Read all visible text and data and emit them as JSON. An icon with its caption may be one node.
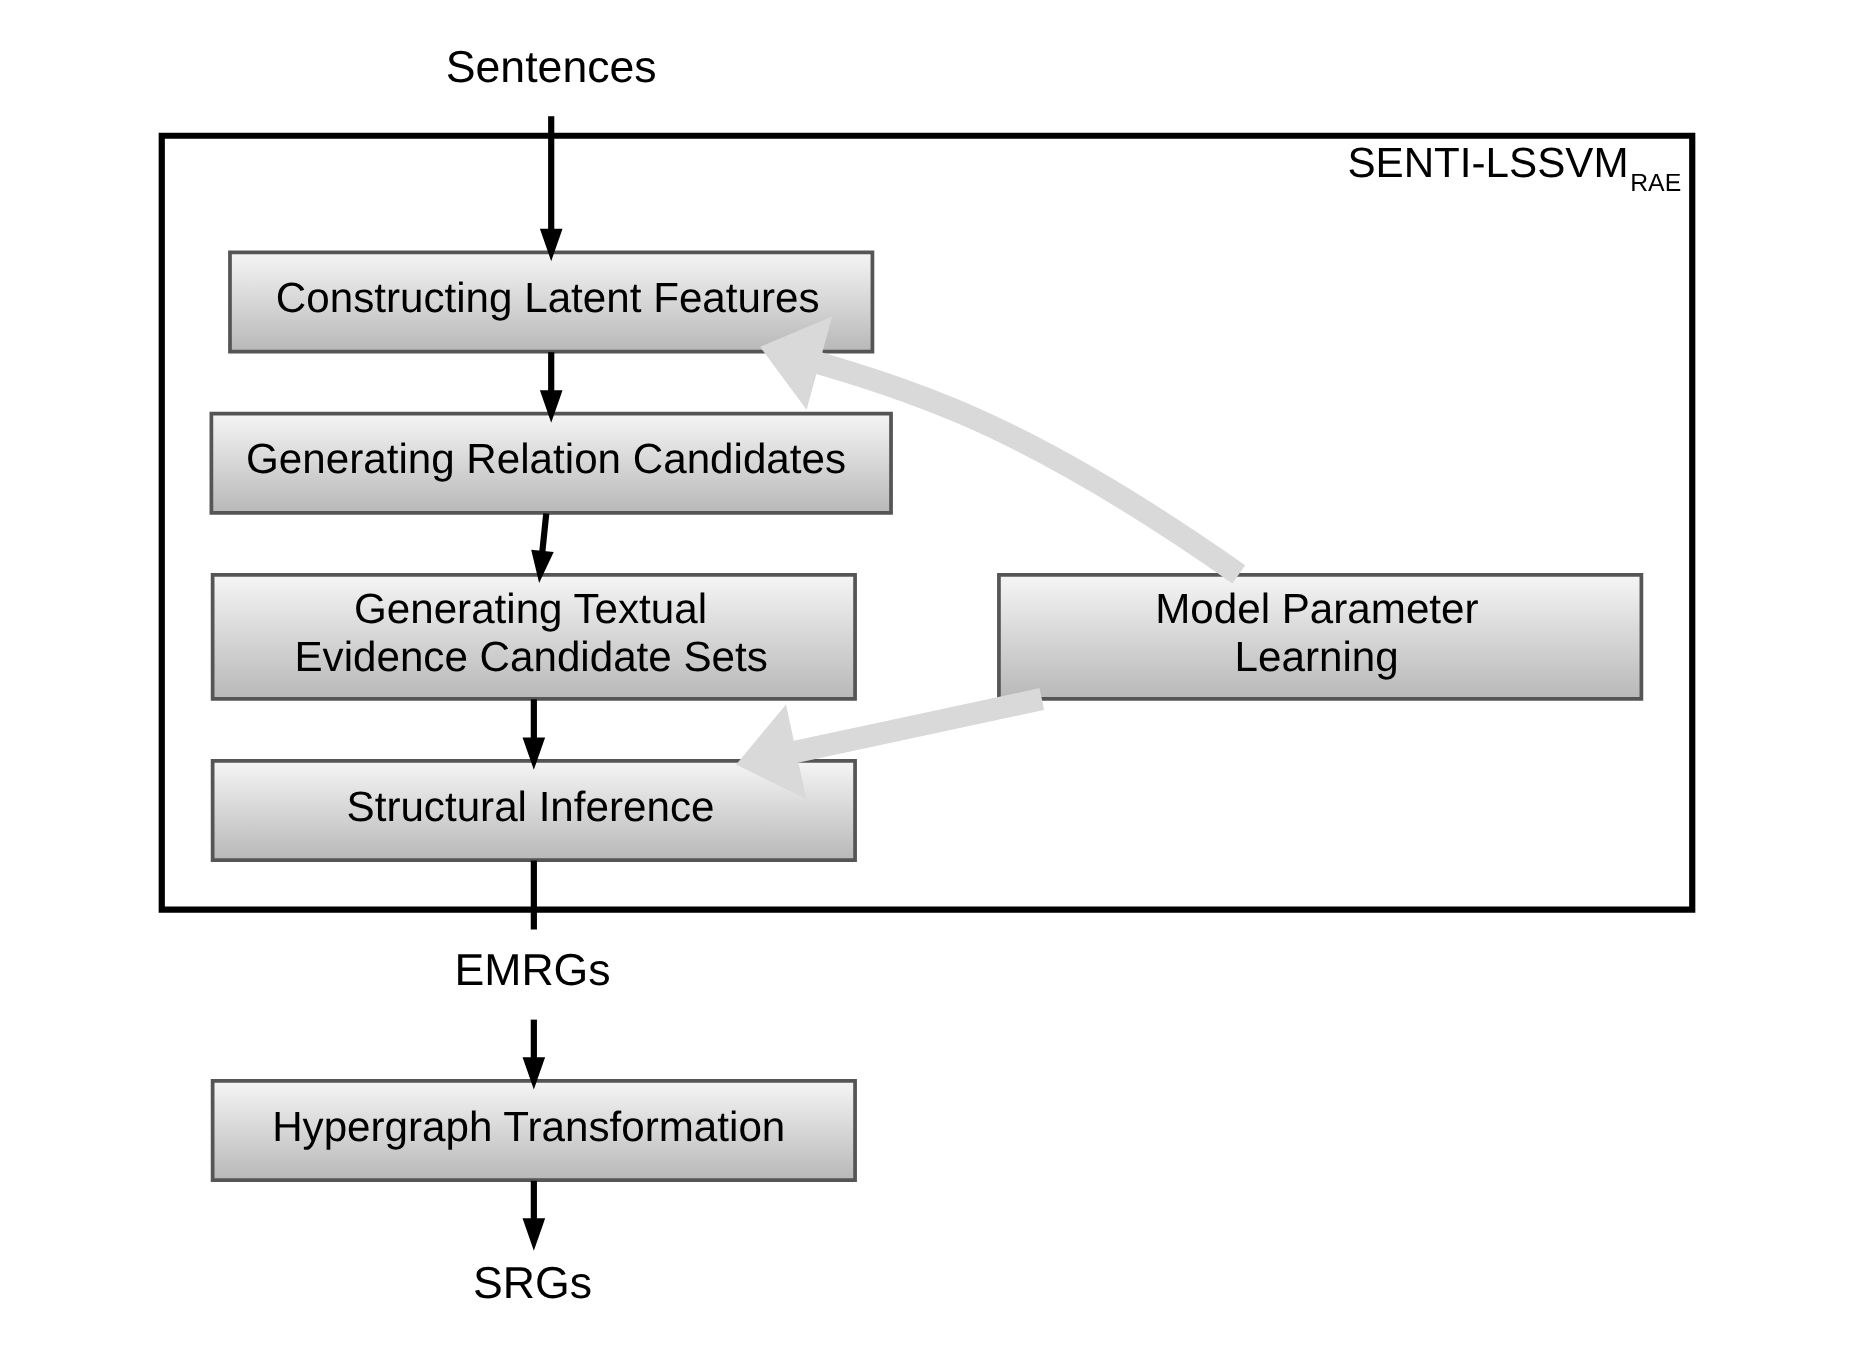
{
  "diagram": {
    "nodes": [
      {
        "text": [
          "Sentences"
        ]
      },
      {
        "text": [
          "SENTI-LSSVM$_{RAE}$"
        ]
      },
      {
        "text": [
          "Constructing Latent Features"
        ],
        "in": 1
      },
      {
        "text": [
          "Generating Relation Candidates"
        ],
        "in": 1
      },
      {
        "text": [
          "Generating Textual Evidence Candidate Sets"
        ],
        "in": 1
      },
      {
        "text": [
          "Structural Inference"
        ],
        "in": 1
      },
      {
        "text": [
          "Model Parameter Learning"
        ],
        "in": 1
      },
      {
        "text": [
          "EMRGs"
        ]
      },
      {
        "text": [
          "Hypergraph Transformation"
        ]
      },
      {
        "text": [
          "SRGs"
        ]
      }
    ],
    "edges": [
      {
        "from": 0,
        "to": 2,
        "arrow": "to"
      },
      {
        "from": 2,
        "to": 3,
        "arrow": "to"
      },
      {
        "from": 3,
        "to": 4,
        "arrow": "to"
      },
      {
        "from": 4,
        "to": 5,
        "arrow": "to"
      },
      {
        "from": 6,
        "to": 2,
        "arrow": "to",
        "style": "thick",
        "color": "#d9d9d9"
      },
      {
        "from": 6,
        "to": 5,
        "arrow": "to",
        "style": "thick",
        "color": "#d9d9d9"
      },
      {
        "from": 5,
        "to": 7,
        "arrow": "none"
      },
      {
        "from": 7,
        "to": 8,
        "arrow": "to"
      },
      {
        "from": 8,
        "to": 9,
        "arrow": "to"
      }
    ]
  }
}
